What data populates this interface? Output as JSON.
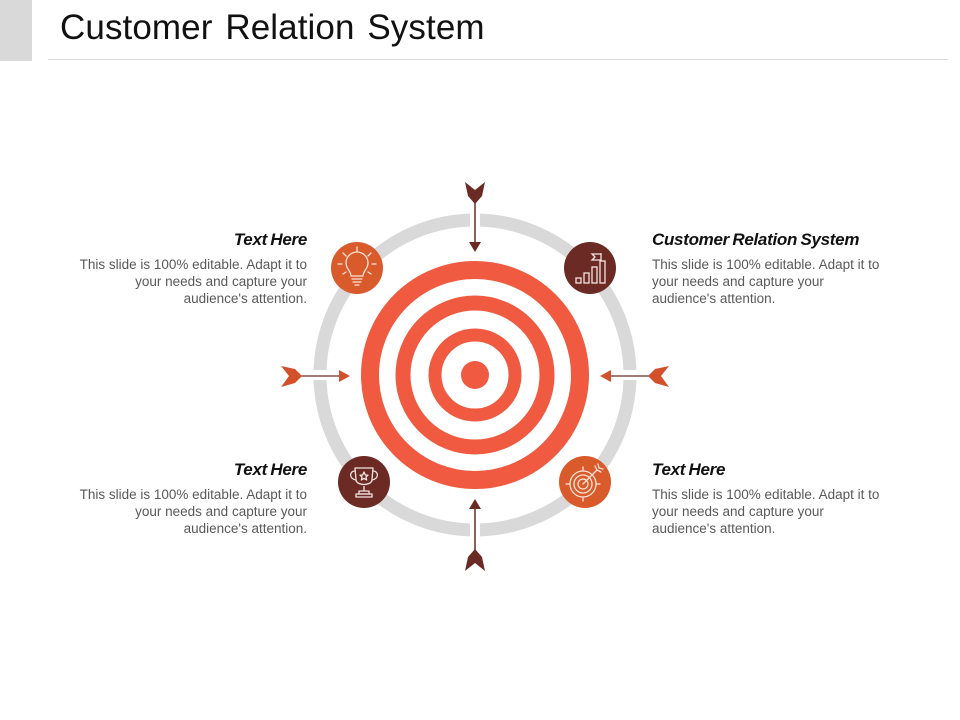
{
  "title": "Customer Relation System",
  "colors": {
    "accent_orange": "#d95a2b",
    "accent_brown": "#6b2b24",
    "target_red": "#ef5a40",
    "ring_grey": "#d9d9d9",
    "arrow_orange": "#d2502a",
    "arrow_brown": "#6b2b24"
  },
  "blocks": [
    {
      "heading": "Text Here",
      "body_lines": [
        "This slide is 100% editable. Adapt it to",
        "your needs and capture your",
        "audience's attention."
      ],
      "icon": "lightbulb-icon"
    },
    {
      "heading": "Customer Relation System",
      "body_lines": [
        "This slide is 100% editable. Adapt it to",
        "your needs and capture your",
        "audience's attention."
      ],
      "icon": "growth-bar-chart-flag-icon"
    },
    {
      "heading": "Text Here",
      "body_lines": [
        "This slide is 100% editable. Adapt it to",
        "your needs and capture your",
        "audience's attention."
      ],
      "icon": "trophy-icon"
    },
    {
      "heading": "Text Here",
      "body_lines": [
        "This slide is 100% editable. Adapt it to",
        "your needs and capture your",
        "audience's attention."
      ],
      "icon": "target-arrow-icon"
    }
  ],
  "arrows": [
    "arrow-from-top",
    "arrow-from-left",
    "arrow-from-right",
    "arrow-from-bottom"
  ]
}
